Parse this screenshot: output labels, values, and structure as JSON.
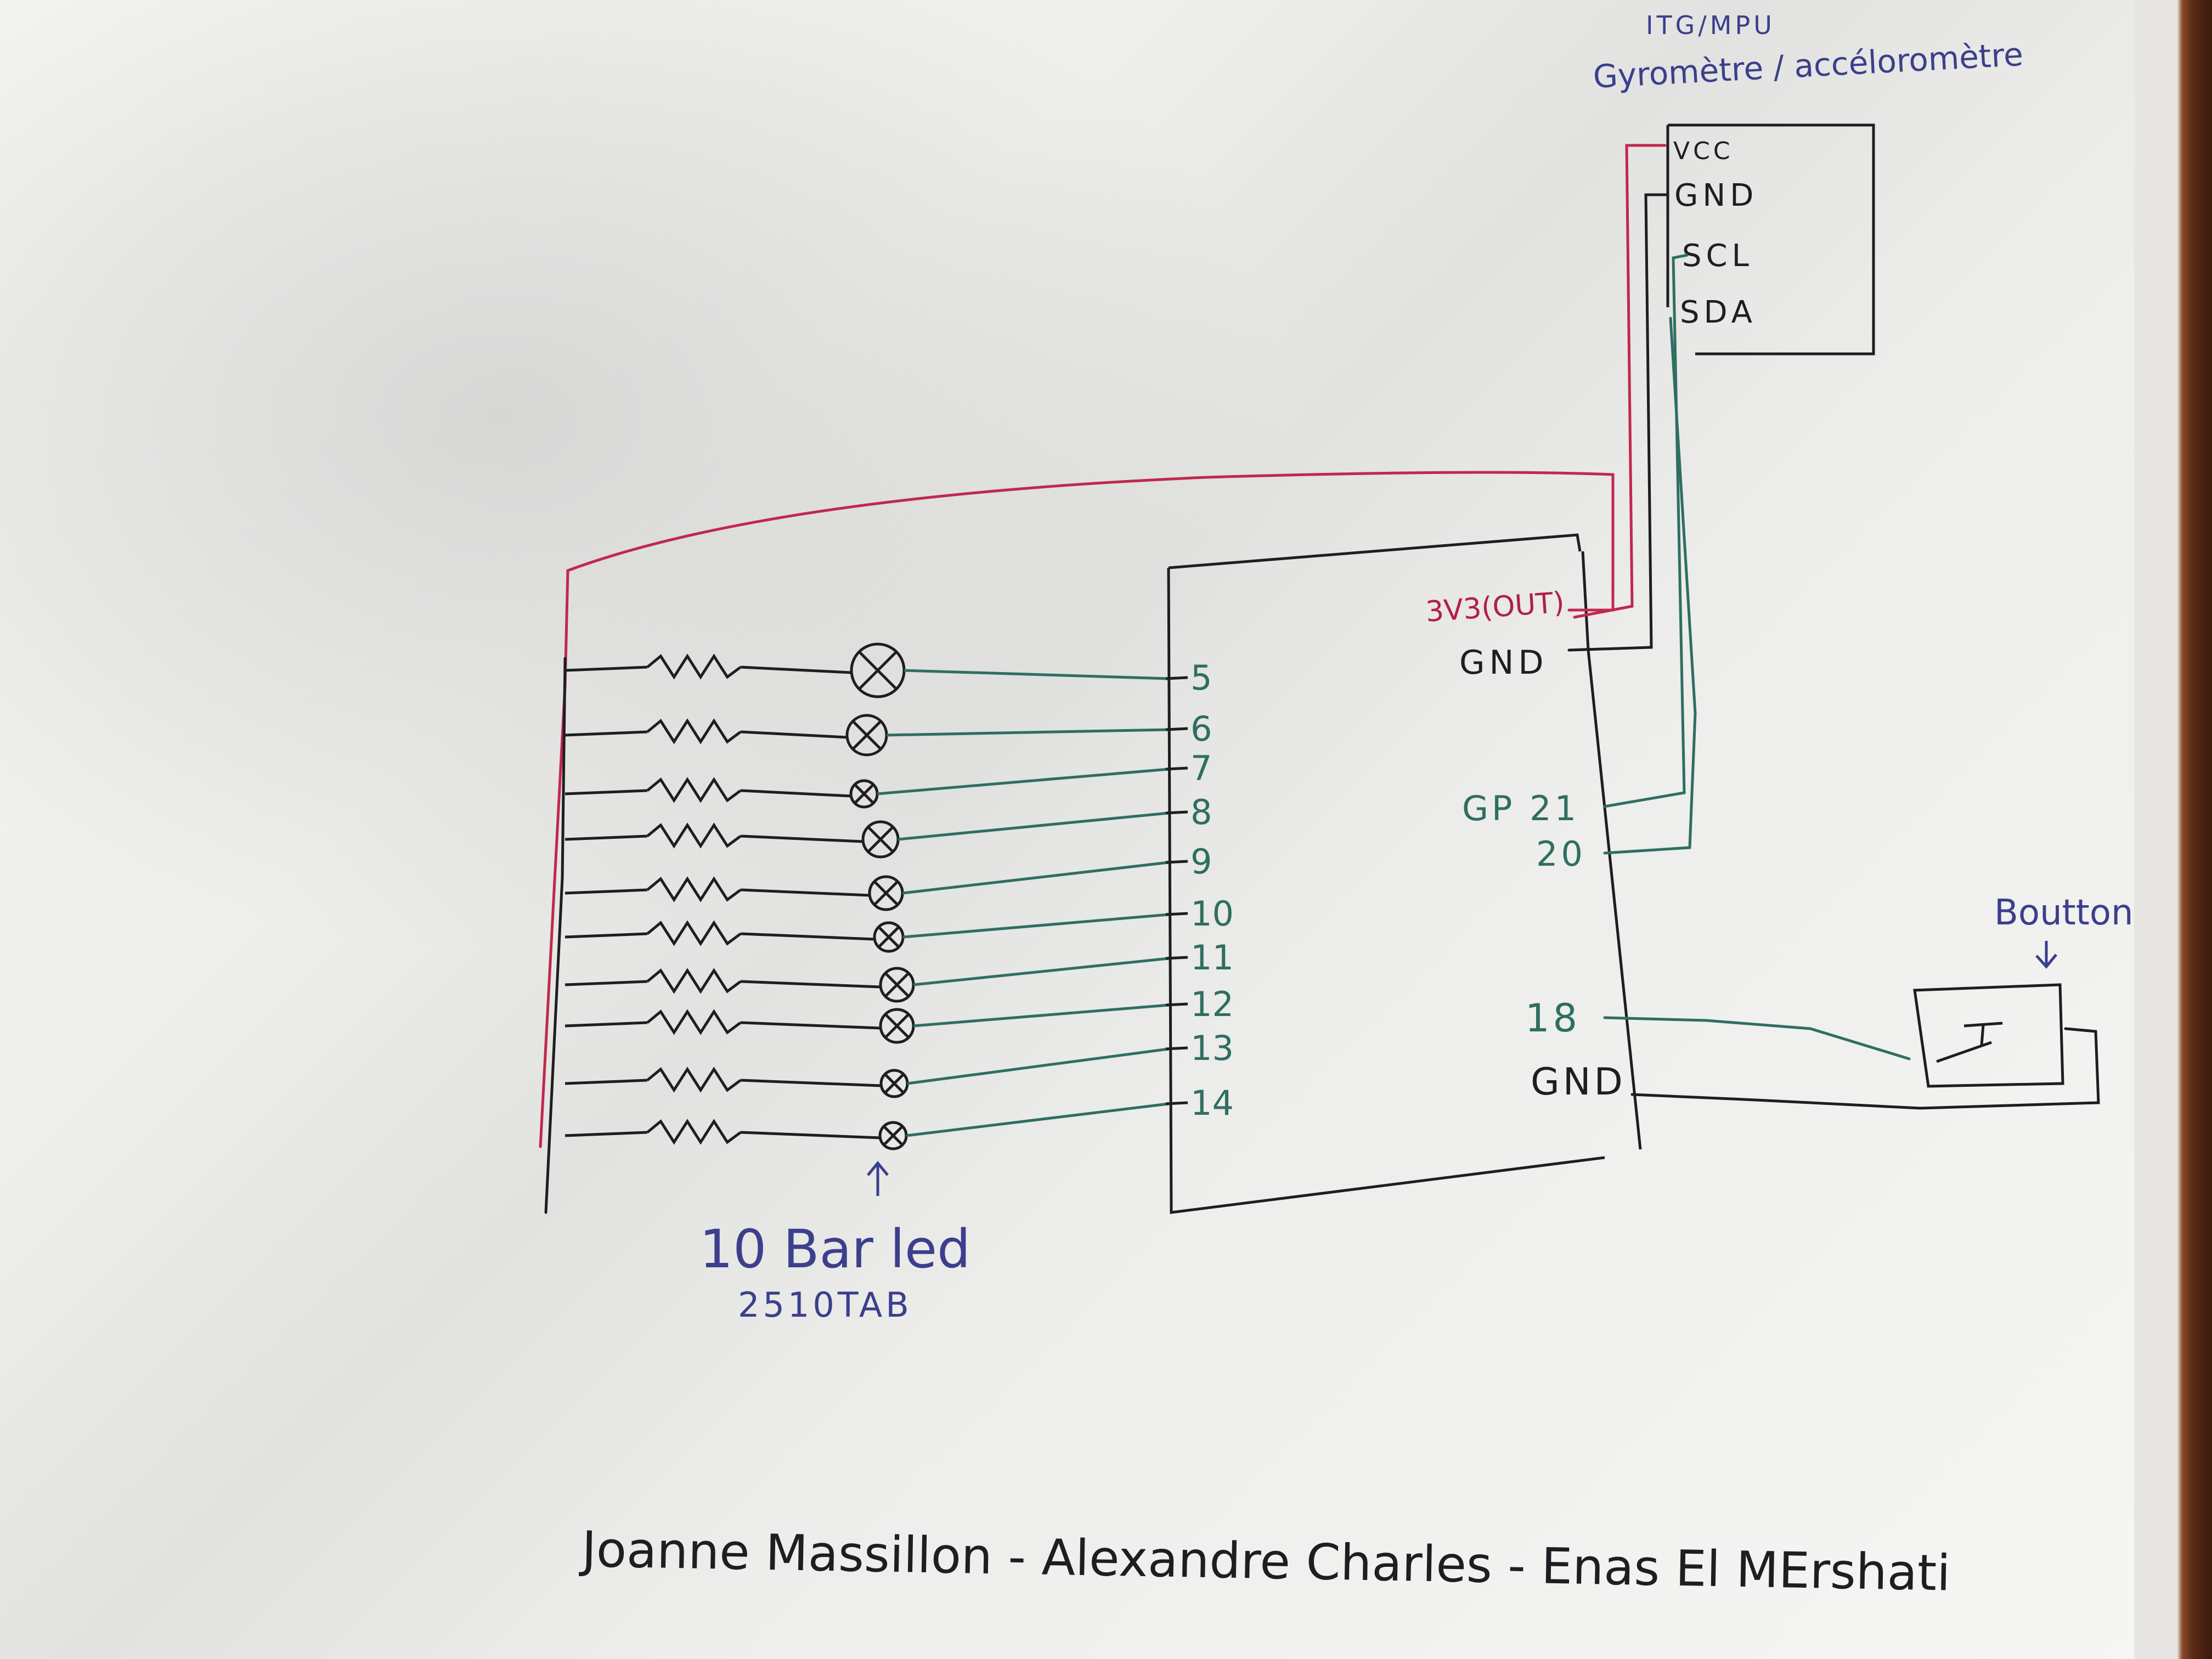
{
  "sensor": {
    "title": "ITG/MPU",
    "subtitle": "Gyromètre / accéloromètre",
    "pins": [
      "VCC",
      "GND",
      "SCL",
      "SDA"
    ]
  },
  "board": {
    "power_label": "3V3(OUT)",
    "gnd_top_label": "GND",
    "gp21_label": "GP 21",
    "gp20_label": "20",
    "gp18_label": "18",
    "gnd_bottom_label": "GND",
    "led_pins": [
      "5",
      "6",
      "7",
      "8",
      "9",
      "10",
      "11",
      "12",
      "13",
      "14"
    ]
  },
  "led_bar": {
    "label": "10 Bar led",
    "part": "2510TAB"
  },
  "button": {
    "label": "Boutton"
  },
  "authors": "Joanne Massillon - Alexandre Charles - Enas El MErshati",
  "colors": {
    "red_wire": "#c0284f",
    "green_wire": "#2f6e62",
    "black_wire": "#1e1e22",
    "blue_ink": "#3b3f8c"
  }
}
